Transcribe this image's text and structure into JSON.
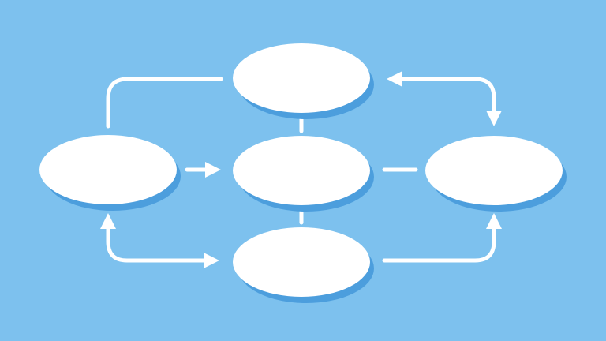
{
  "colors": {
    "background": "#7DC1EE",
    "node_fill": "#FFFFFF",
    "node_shadow": "#4C9EDD",
    "connector": "#FFFFFF"
  },
  "nodes": [
    {
      "id": "left",
      "label": ""
    },
    {
      "id": "top",
      "label": ""
    },
    {
      "id": "center",
      "label": ""
    },
    {
      "id": "bottom",
      "label": ""
    },
    {
      "id": "right",
      "label": ""
    }
  ],
  "edges": [
    {
      "from": "left",
      "to": "top",
      "style": "line"
    },
    {
      "from": "right",
      "to": "top",
      "style": "bidirectional-arrow"
    },
    {
      "from": "left",
      "to": "center",
      "style": "arrow"
    },
    {
      "from": "center",
      "to": "right",
      "style": "line"
    },
    {
      "from": "top",
      "to": "center",
      "style": "line"
    },
    {
      "from": "center",
      "to": "bottom",
      "style": "line"
    },
    {
      "from": "left",
      "to": "bottom",
      "style": "bidirectional-arrow"
    },
    {
      "from": "bottom",
      "to": "right",
      "style": "arrow"
    }
  ]
}
